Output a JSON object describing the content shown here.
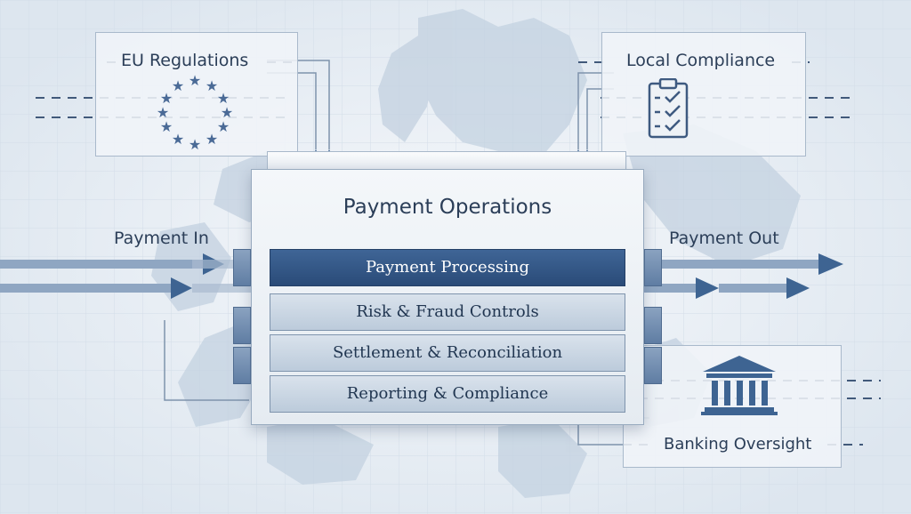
{
  "diagram": {
    "center": {
      "title": "Payment Operations",
      "layers": [
        {
          "label": "Payment Processing",
          "highlighted": true
        },
        {
          "label": "Risk & Fraud Controls",
          "highlighted": false
        },
        {
          "label": "Settlement & Reconciliation",
          "highlighted": false
        },
        {
          "label": "Reporting & Compliance",
          "highlighted": false
        }
      ]
    },
    "inputs": {
      "label": "Payment In"
    },
    "outputs": {
      "label": "Payment Out"
    },
    "governance": {
      "eu": {
        "label": "EU Regulations",
        "icon": "eu-stars-icon"
      },
      "local": {
        "label": "Local Compliance",
        "icon": "checklist-clipboard-icon"
      },
      "banking": {
        "label": "Banking Oversight",
        "icon": "bank-building-icon"
      }
    },
    "colors": {
      "accent": "#2e5283",
      "arrow": "#3e6492",
      "text": "#2b3e58",
      "background": "#e6edf4"
    }
  }
}
